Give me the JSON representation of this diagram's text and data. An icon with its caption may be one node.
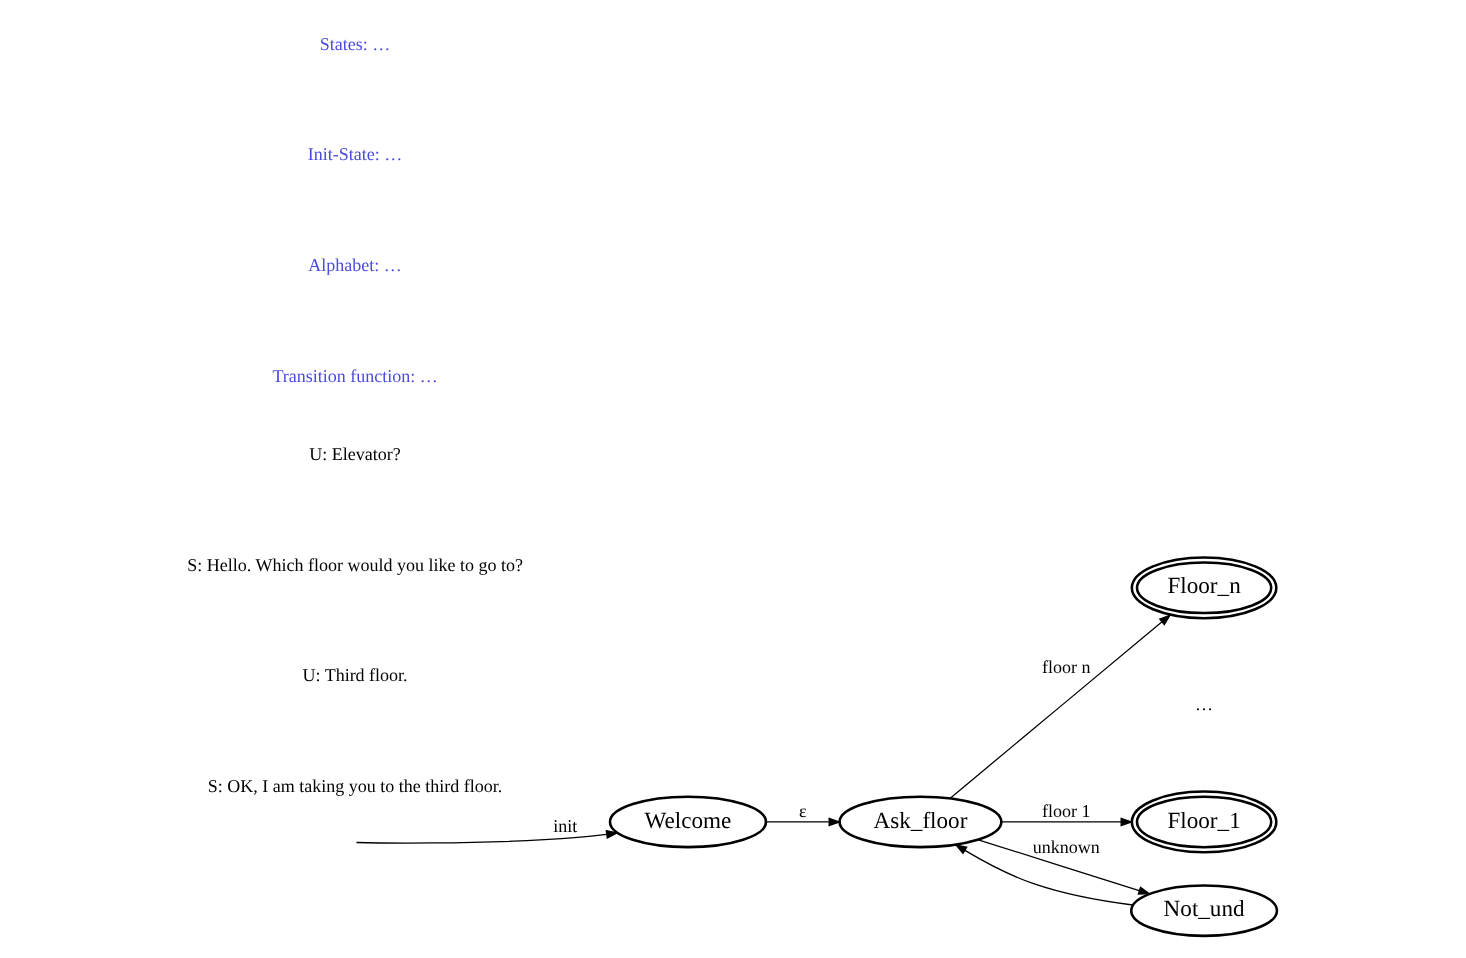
{
  "diagram": {
    "nodes": [
      {
        "text": [
          "Welcome"
        ]
      },
      {
        "text": [
          "Ask_floor"
        ]
      },
      {
        "text": [
          "Floor_n"
        ]
      },
      {
        "text": [
          "Floor_1"
        ]
      },
      {
        "text": [
          "Not_und"
        ]
      }
    ],
    "edges": [
      {
        "from": null,
        "to": 0,
        "arrow": "to",
        "label": "init"
      },
      {
        "from": 0,
        "to": 1,
        "arrow": "to",
        "label": "ε"
      },
      {
        "from": 1,
        "to": 2,
        "arrow": "to",
        "label": "floor n"
      },
      {
        "from": 1,
        "to": 3,
        "arrow": "to",
        "label": "floor 1"
      },
      {
        "from": 1,
        "to": 4,
        "arrow": "to",
        "label": "unknown"
      },
      {
        "from": 4,
        "to": 1,
        "arrow": "to"
      }
    ],
    "labels": [
      "U: Elevator?",
      "S: Hello. Which floor would you like to go to?",
      "U: Third floor.",
      "S: OK, I am taking you to the third floor.",
      "…",
      "States: …",
      "Init-State: …",
      "Alphabet: …",
      "Transition function: …"
    ]
  }
}
